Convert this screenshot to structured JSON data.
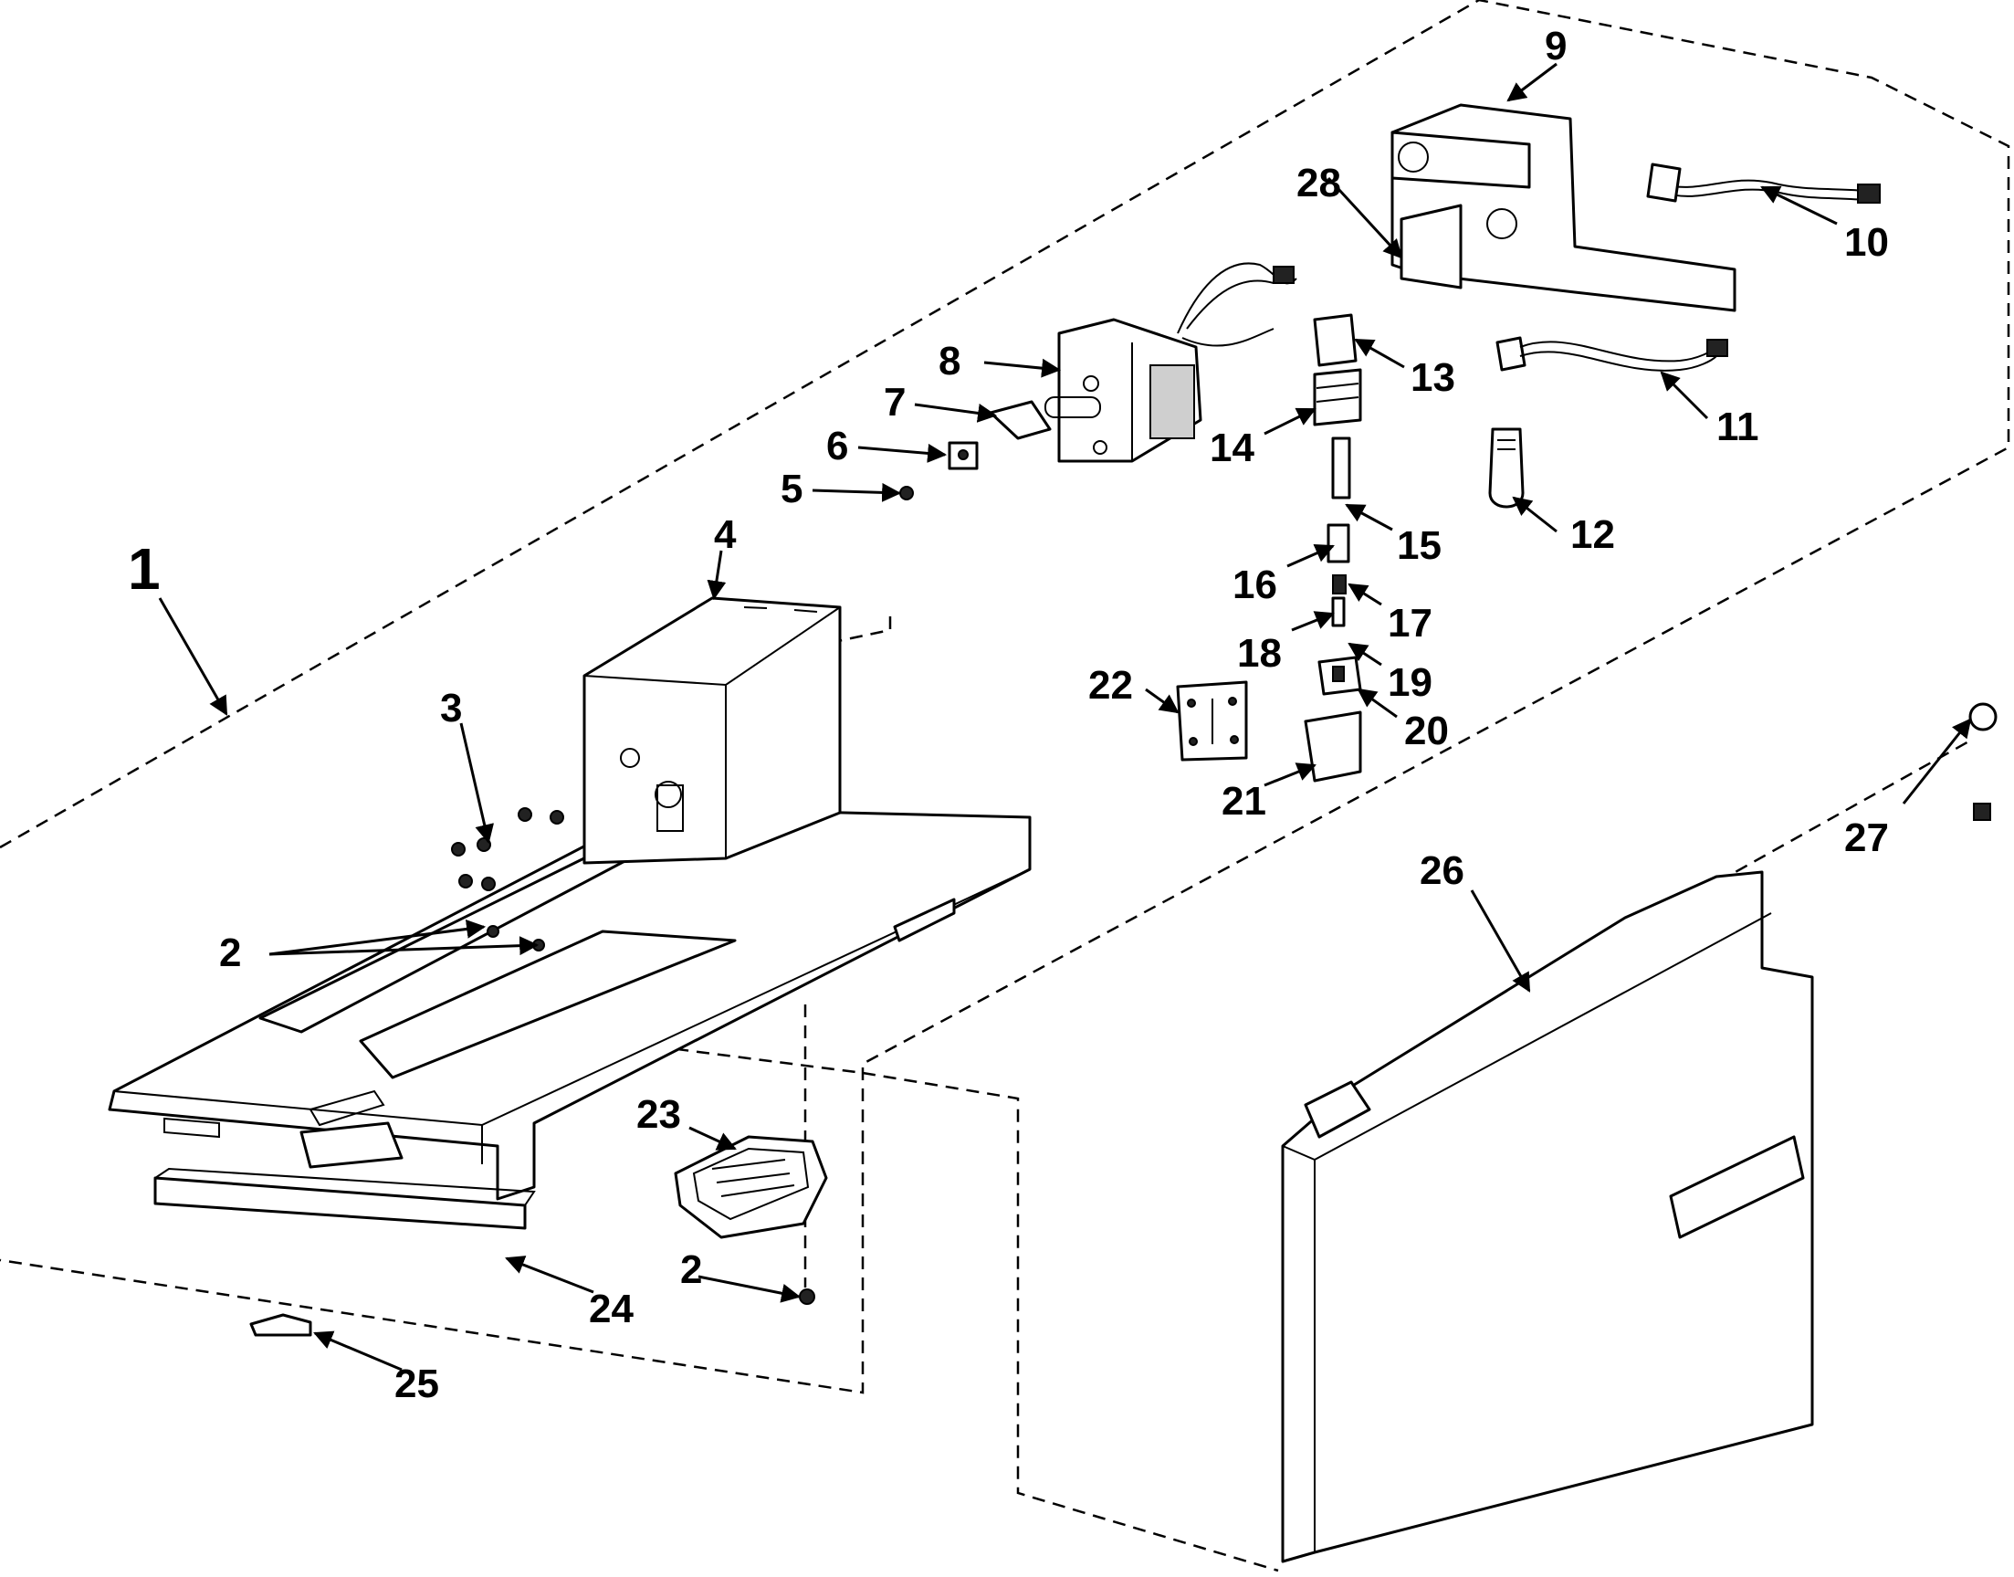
{
  "diagram": {
    "callouts": {
      "c1": "1",
      "c2a": "2",
      "c2b": "2",
      "c3": "3",
      "c4": "4",
      "c5": "5",
      "c6": "6",
      "c7": "7",
      "c8": "8",
      "c9": "9",
      "c10": "10",
      "c11": "11",
      "c12": "12",
      "c13": "13",
      "c14": "14",
      "c15": "15",
      "c16": "16",
      "c17": "17",
      "c18": "18",
      "c19": "19",
      "c20": "20",
      "c21": "21",
      "c22": "22",
      "c23": "23",
      "c24": "24",
      "c25": "25",
      "c26": "26",
      "c27": "27",
      "c28": "28"
    }
  }
}
